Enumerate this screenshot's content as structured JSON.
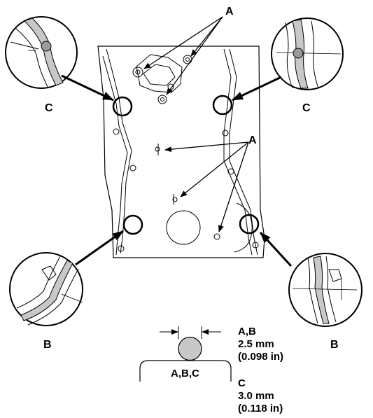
{
  "callouts": {
    "a_top": "A",
    "a_middle": "A",
    "c_left": "C",
    "c_right": "C",
    "b_left": "B",
    "b_right": "B"
  },
  "bead_spec": {
    "profile_label": "A,B,C",
    "ab_heading": "A,B",
    "ab_mm": "2.5 mm",
    "ab_in": "(0.098 in)",
    "c_heading": "C",
    "c_mm": "3.0 mm",
    "c_in": "(0.118 in)"
  },
  "colors": {
    "ink": "#000000",
    "bead": "#c8c8c8",
    "paper": "#ffffff"
  }
}
